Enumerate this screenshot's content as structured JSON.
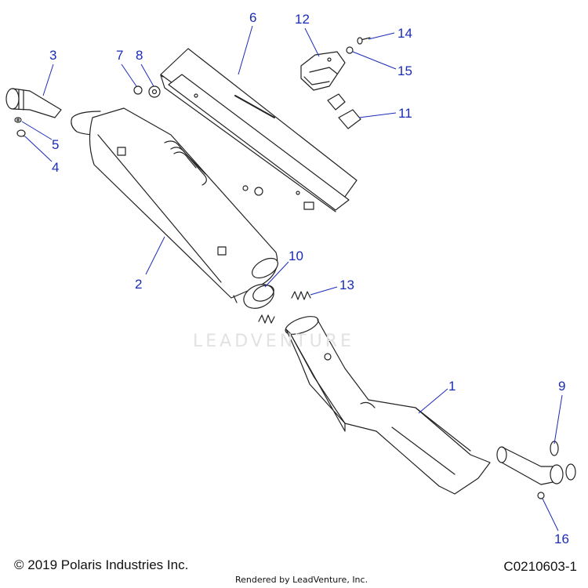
{
  "watermark": "LEADVENTURE",
  "footer": {
    "copyright": "© 2019 Polaris Industries Inc.",
    "rendered_by": "Rendered by LeadVenture, Inc.",
    "figure_code": "C0210603-1"
  },
  "callouts": {
    "c1": "1",
    "c2": "2",
    "c3": "3",
    "c4": "4",
    "c5": "5",
    "c6": "6",
    "c7": "7",
    "c8": "8",
    "c9": "9",
    "c10": "10",
    "c11": "11",
    "c12": "12",
    "c13": "13",
    "c14": "14",
    "c15": "15",
    "c16": "16"
  },
  "colors": {
    "callout": "#1a2bb8",
    "line_art": "#222222"
  }
}
